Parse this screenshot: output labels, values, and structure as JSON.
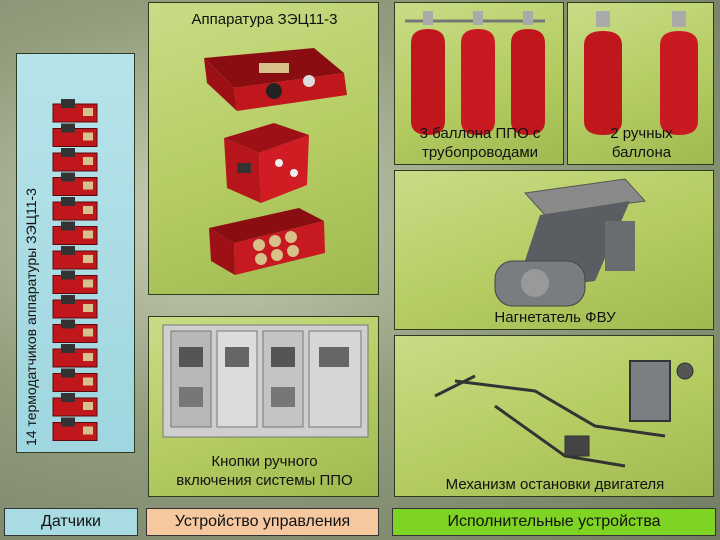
{
  "panels": {
    "sensors": {
      "title": "14 термодатчиков аппаратуры ЗЭЦ11-3",
      "count": 14
    },
    "apparatus": {
      "title": "Аппаратура ЗЭЦ11-3"
    },
    "manual_buttons": {
      "caption_line1": "Кнопки ручного",
      "caption_line2": "включения системы ППО"
    },
    "cylinders_3": {
      "caption_line1": "3 баллона ППО с",
      "caption_line2": "трубопроводами"
    },
    "cylinders_2": {
      "caption_line1": "2 ручных",
      "caption_line2": "баллона"
    },
    "fan": {
      "caption": "Нагнетатель ФВУ"
    },
    "engine_stop": {
      "caption": "Механизм остановки двигателя"
    }
  },
  "footer": {
    "sensors_label": "Датчики",
    "control_label": "Устройство управления",
    "actuators_label": "Исполнительные устройства"
  },
  "colors": {
    "device_red": "#c0171d",
    "panel_green": "#b4cc62",
    "panel_blue": "#9fd6df",
    "footer_control": "#f5c8a0",
    "footer_actuators": "#7fd323",
    "footer_sensors": "#a9dbe2"
  },
  "icons": [
    "temperature-sensor-icon",
    "control-box-icon",
    "fire-cylinder-icon",
    "fan-unit-icon",
    "engine-stop-mechanism-icon"
  ]
}
